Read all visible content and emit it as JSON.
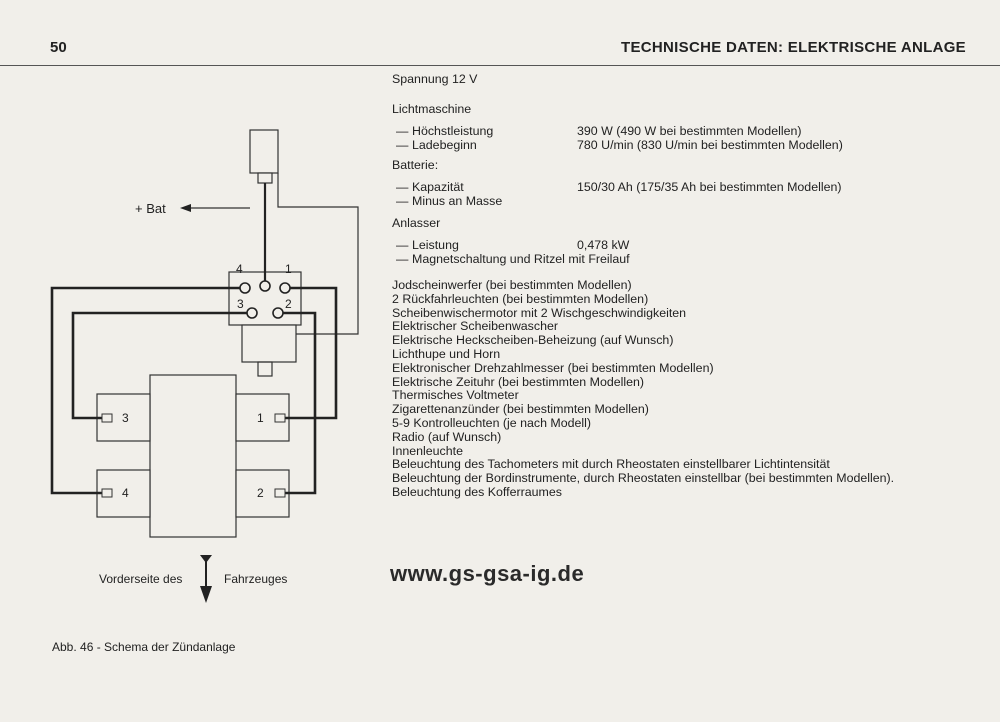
{
  "header": {
    "page_number": "50",
    "title": "TECHNISCHE DATEN: ELEKTRISCHE ANLAGE"
  },
  "spannung": "Spannung 12 V",
  "lichtmaschine": {
    "title": "Lichtmaschine",
    "rows": [
      {
        "dash": "—",
        "label": "Höchstleistung",
        "value": "390 W (490 W bei bestimmten Modellen)"
      },
      {
        "dash": "—",
        "label": "Ladebeginn",
        "value": "780 U/min (830 U/min bei bestimmten Modellen)"
      }
    ]
  },
  "batterie": {
    "title": "Batterie:",
    "rows": [
      {
        "dash": "—",
        "label": "Kapazität",
        "value": "150/30 Ah (175/35 Ah bei bestimmten Modellen)"
      },
      {
        "dash": "—",
        "label": "Minus an Masse",
        "value": ""
      }
    ]
  },
  "anlasser": {
    "title": "Anlasser",
    "rows": [
      {
        "dash": "—",
        "label": "Leistung",
        "value": "0,478 kW"
      },
      {
        "dash": "—",
        "label": "Magnetschaltung und Ritzel mit Freilauf",
        "value": ""
      }
    ]
  },
  "equipment": [
    "Jodscheinwerfer (bei bestimmten Modellen)",
    "2 Rückfahrleuchten (bei bestimmten Modellen)",
    "Scheibenwischermotor mit 2 Wischgeschwindigkeiten",
    "Elektrischer Scheibenwascher",
    "Elektrische Heckscheiben-Beheizung (auf Wunsch)",
    "Lichthupe und Horn",
    "Elektronischer Drehzahlmesser (bei bestimmten Modellen)",
    "Elektrische Zeituhr (bei bestimmten Modellen)",
    "Thermisches Voltmeter",
    "Zigarettenanzünder (bei bestimmten Modellen)",
    "5-9 Kontrolleuchten (je nach Modell)",
    "Radio (auf Wunsch)",
    "Innenleuchte",
    "Beleuchtung des Tachometers mit durch Rheostaten einstellbarer Lichtintensität",
    "Beleuchtung der Bordinstrumente, durch Rheostaten einstellbar (bei bestimmten Modellen).",
    "Beleuchtung des Kofferraumes"
  ],
  "diagram": {
    "bat_label": "+ Bat",
    "dist_labels": [
      "4",
      "1",
      "3",
      "2"
    ],
    "plug_labels": [
      "3",
      "1",
      "4",
      "2"
    ],
    "front_left": "Vorderseite des",
    "front_right": "Fahrzeuges"
  },
  "website": "www.gs-gsa-ig.de",
  "caption": "Abb. 46 - Schema der Zündanlage"
}
